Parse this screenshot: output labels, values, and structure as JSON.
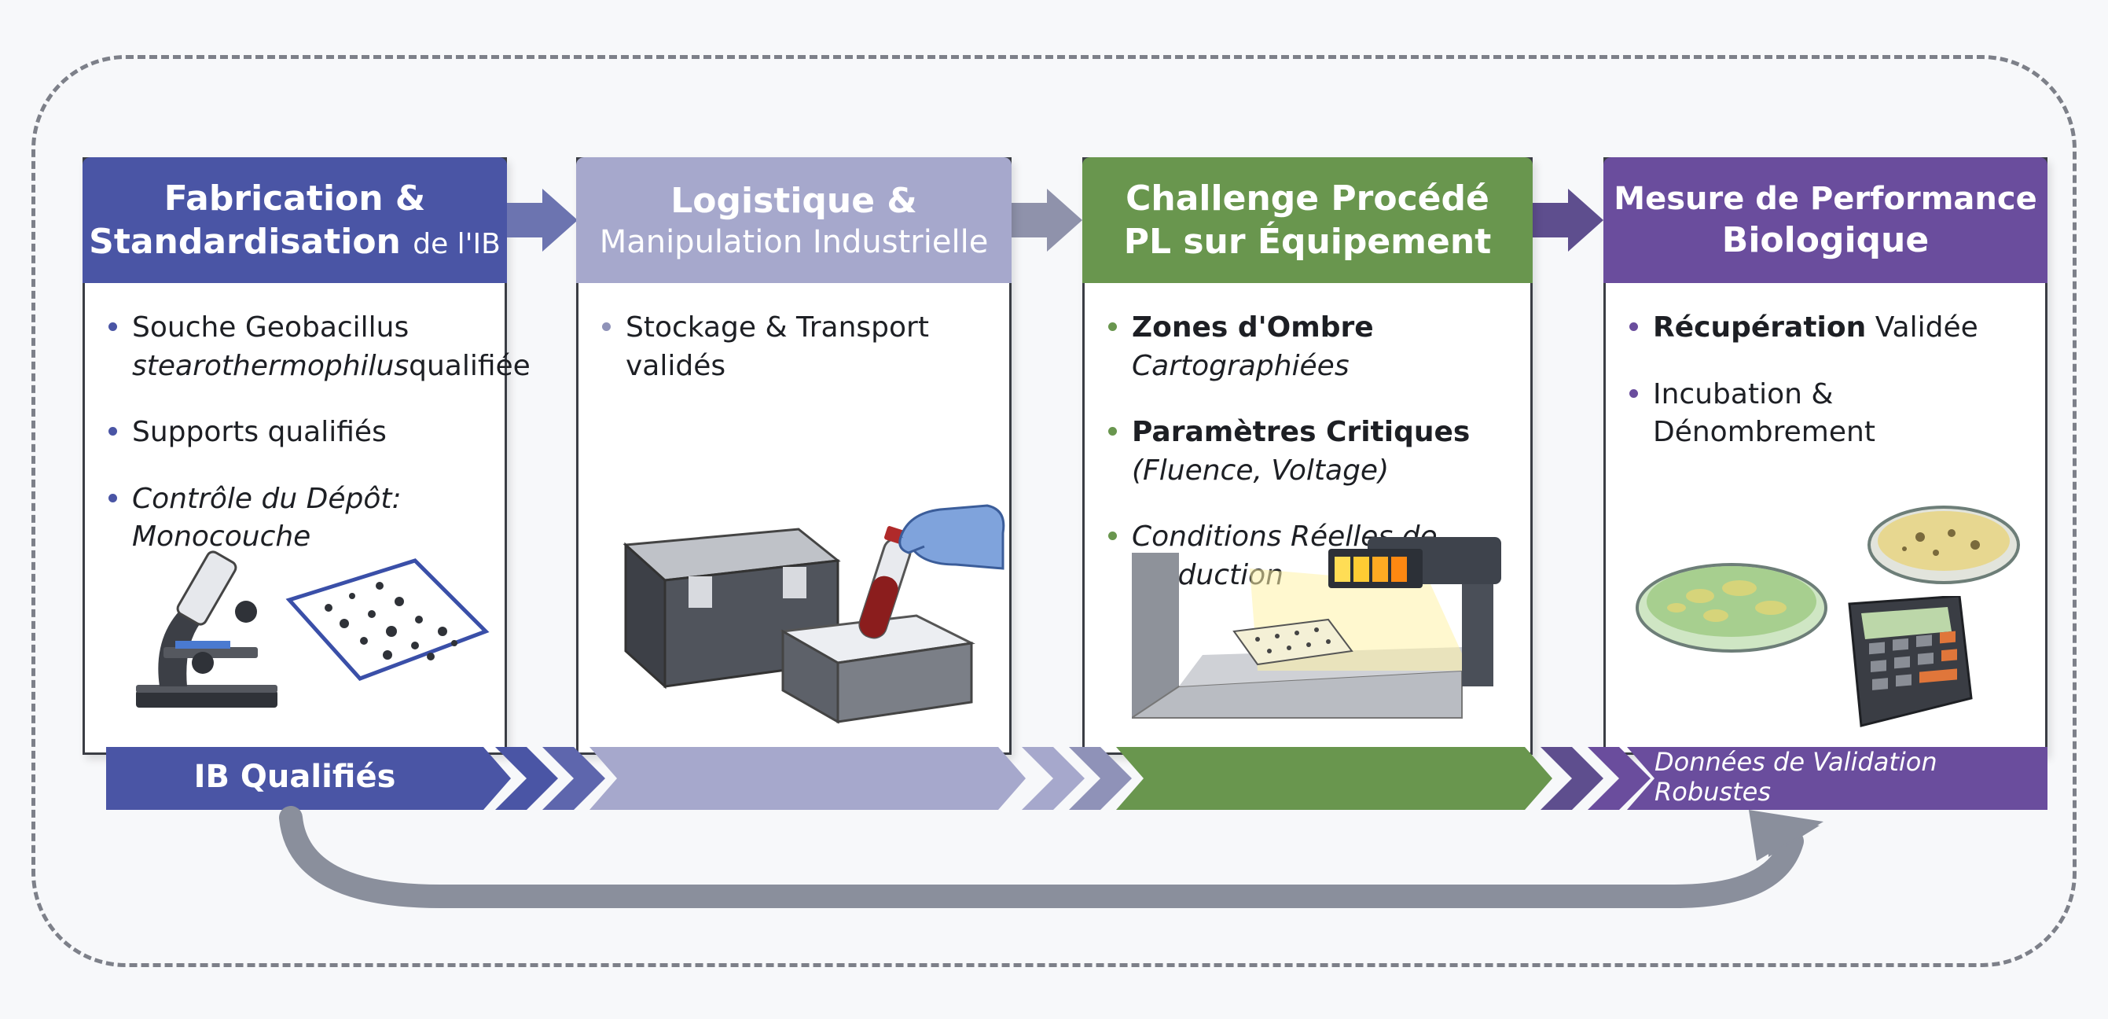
{
  "colors": {
    "blue": "#4a55a5",
    "lavender": "#a6a8cc",
    "green": "#69964e",
    "purple": "#6a4d9d",
    "frame": "#7d8089",
    "return_arrow": "#8a8f9c"
  },
  "panels": [
    {
      "title_line1": "Fabrication &",
      "title_line2_bold": "Standardisation",
      "title_line2_light": "de l'IB",
      "bullets": [
        {
          "line1": "Souche Geobacillus",
          "line2_italic": "stearothermophilus",
          "line2": "qualifiée"
        },
        {
          "text": "Supports qualifiés"
        },
        {
          "text_italic": "Contrôle du Dépôt: Monocouche"
        }
      ],
      "icons": [
        "microscope-icon",
        "carrier-plate-icon"
      ],
      "output": "IB Qualifiés"
    },
    {
      "title_line1": "Logistique &",
      "title_line2": "Manipulation Industrielle",
      "bullets": [
        {
          "text": "Stockage & Transport validés"
        }
      ],
      "icons": [
        "transport-case-icon",
        "test-tube-icon",
        "gloved-hand-icon"
      ],
      "output": ""
    },
    {
      "title_line1": "Challenge Procédé",
      "title_line2": "PL sur Équipement",
      "bullets": [
        {
          "bold": "Zones d'Ombre",
          "italic": "Cartographiées"
        },
        {
          "bold": "Paramètres Critiques",
          "line2_italic": "(Fluence, Voltage)"
        },
        {
          "text_italic": "Conditions Réelles de Production"
        }
      ],
      "icons": [
        "pulsed-light-lamp-icon",
        "carrier-plate-icon"
      ],
      "output": ""
    },
    {
      "title_line1": "Mesure de Performance",
      "title_line2": "Biologique",
      "bullets": [
        {
          "bold": "Récupération",
          "text": "Validée"
        },
        {
          "text": "Incubation & Dénombrement"
        }
      ],
      "icons": [
        "petri-dish-icon",
        "calculator-icon"
      ],
      "output": "Données de Validation Robustes"
    }
  ]
}
